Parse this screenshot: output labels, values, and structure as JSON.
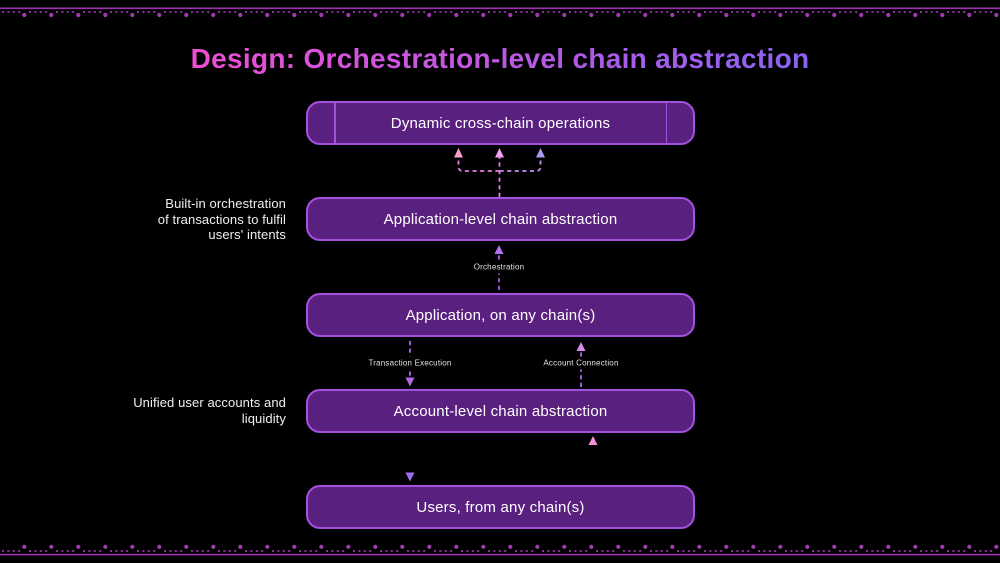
{
  "slide": {
    "title": "Design: Orchestration-level chain abstraction",
    "boxes": [
      {
        "label": "Dynamic cross-chain operations"
      },
      {
        "label": "Application-level chain abstraction"
      },
      {
        "label": "Application, on any chain(s)"
      },
      {
        "label": "Account-level chain abstraction"
      },
      {
        "label": "Users, from any chain(s)"
      }
    ],
    "side_notes": [
      {
        "lines": [
          "Built-in orchestration",
          "of transactions to fulfil",
          "users' intents"
        ]
      },
      {
        "lines": [
          "Unified user accounts and",
          "liquidity"
        ]
      }
    ],
    "arrow_labels": {
      "orchestration": "Orchestration",
      "transaction_execution": "Transaction Execution",
      "account_connection": "Account Connection"
    },
    "colors": {
      "background": "#000000",
      "box_fill": "#5a2080",
      "box_border": "#a352e0",
      "title_gradient_start": "#ee4ed2",
      "title_gradient_end": "#8a63f4",
      "arrow_purple": "#b168e8",
      "arrow_violet": "#a55bf0",
      "arrow_pink": "#f68fd4",
      "deco_line": "#9a34ac",
      "deco_dot_small": "#8e2f9e",
      "deco_dot_big": "#a53bb4"
    }
  }
}
